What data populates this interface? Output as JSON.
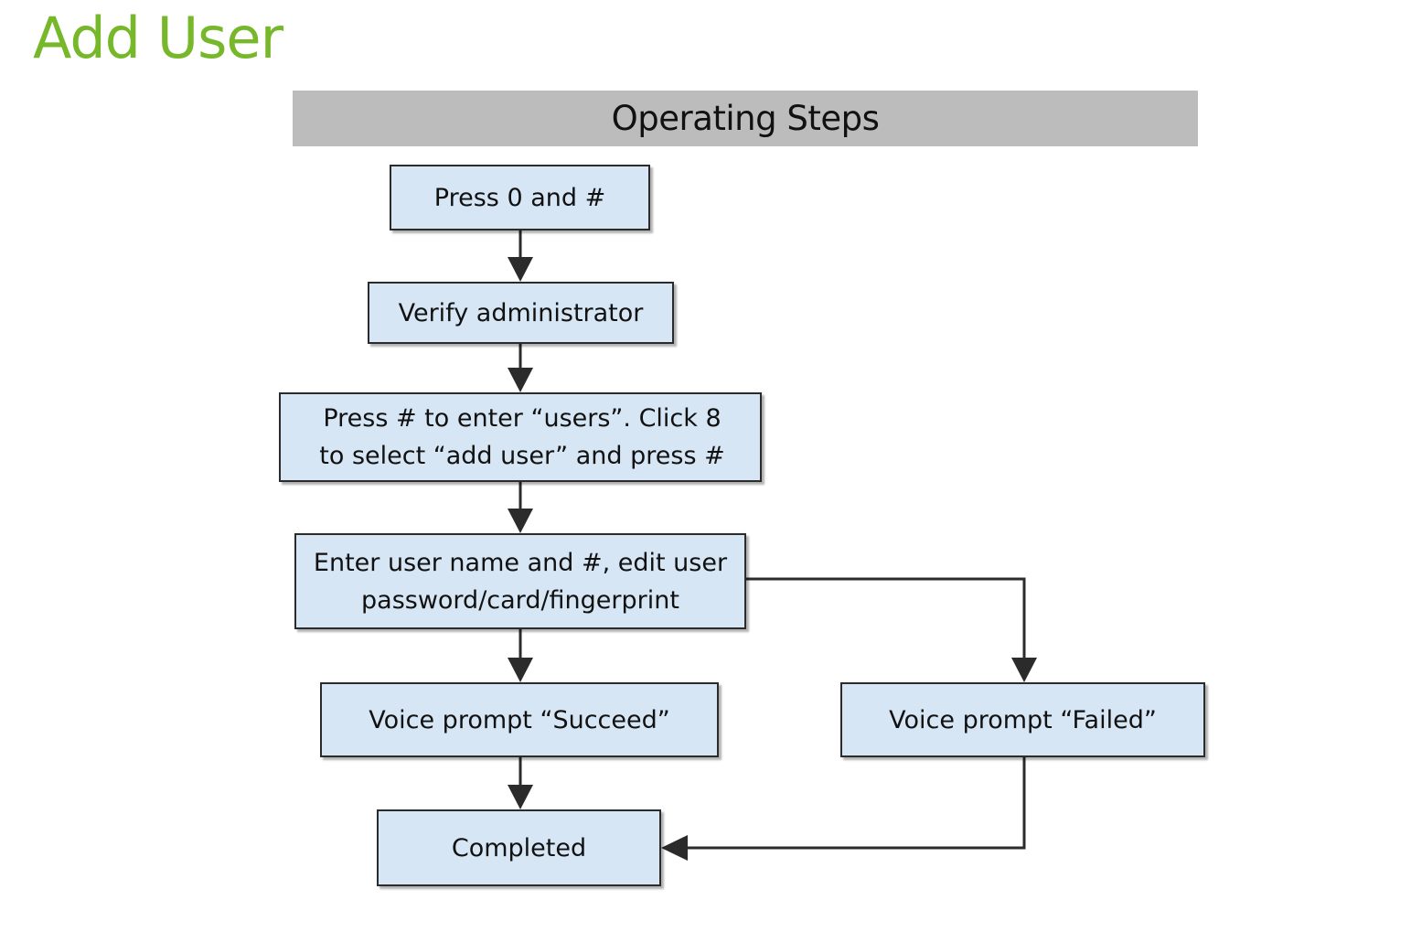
{
  "title": "Add User",
  "header": {
    "label": "Operating Steps"
  },
  "steps": {
    "press_zero": "Press 0 and #",
    "verify_admin": "Verify administrator",
    "enter_users": "Press #  to enter “users”. Click 8\nto select “add user”  and press #",
    "enter_user_name": "Enter user name and #, edit user\npassword/card/fingerprint",
    "voice_succeed": "Voice prompt “Succeed”",
    "voice_failed": "Voice prompt “Failed”",
    "completed": "Completed"
  },
  "colors": {
    "title": "#76b82a",
    "header_bar": "#bcbcbc",
    "step_fill": "#d6e6f5",
    "step_border": "#2b2b2b",
    "arrow": "#2b2b2b"
  }
}
